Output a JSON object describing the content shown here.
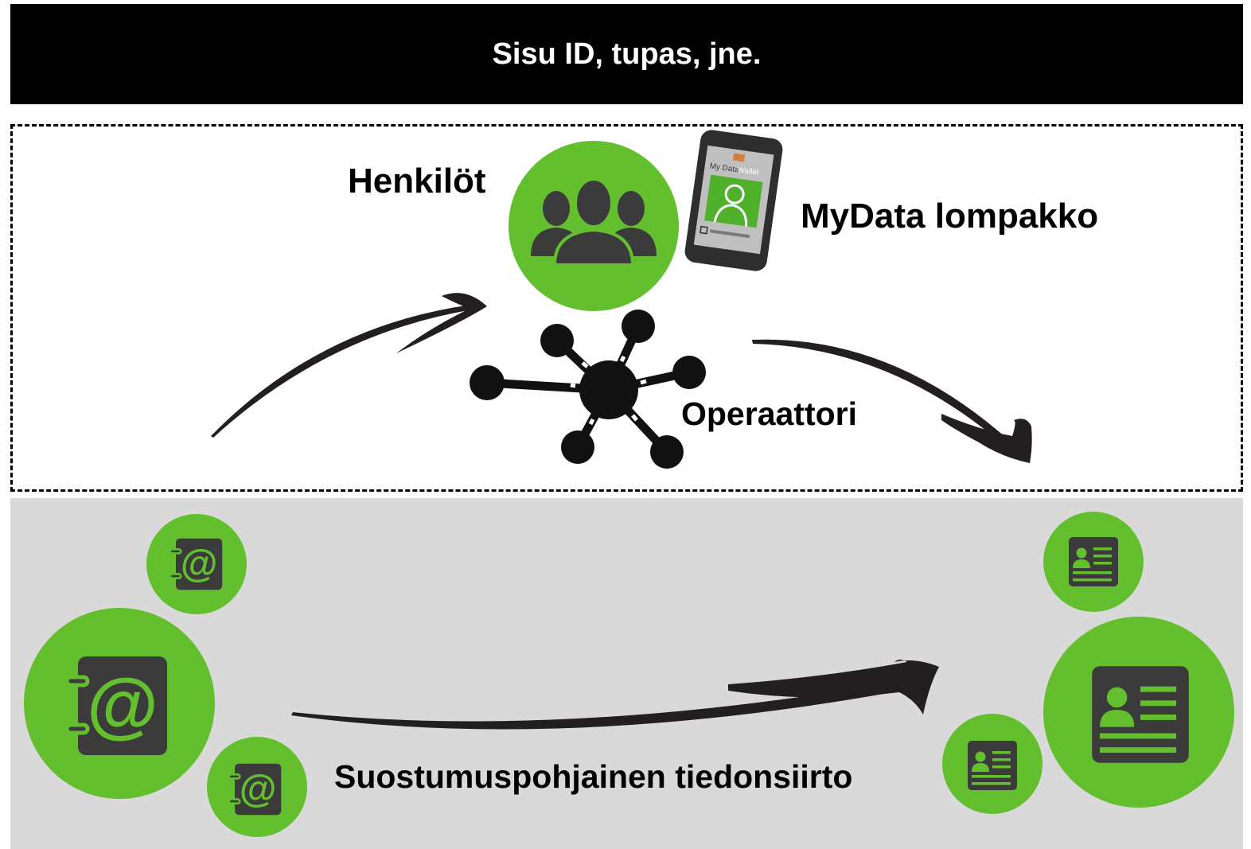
{
  "header": {
    "title": "Sisu ID, tupas, jne."
  },
  "labels": {
    "persons": "Henkilöt",
    "wallet": "MyData lompakko",
    "operator": "Operaattori",
    "transfer": "Suostumuspohjainen tiedonsiirto"
  },
  "phone_screen": {
    "title_a": "My Data",
    "title_b": "Wallet"
  },
  "icons": {
    "persons": "people-group-icon",
    "wallet": "smartphone-wallet-icon",
    "operator": "network-hub-icon",
    "sources": [
      "address-book-icon",
      "address-book-icon",
      "address-book-icon"
    ],
    "targets": [
      "contact-card-icon",
      "contact-card-icon",
      "contact-card-icon"
    ]
  },
  "colors": {
    "accent_green": "#64bf2e",
    "icon_dark": "#3b3b3b",
    "header_bg": "#000000",
    "header_text": "#ffffff",
    "data_zone_bg": "#d9d9d9"
  }
}
